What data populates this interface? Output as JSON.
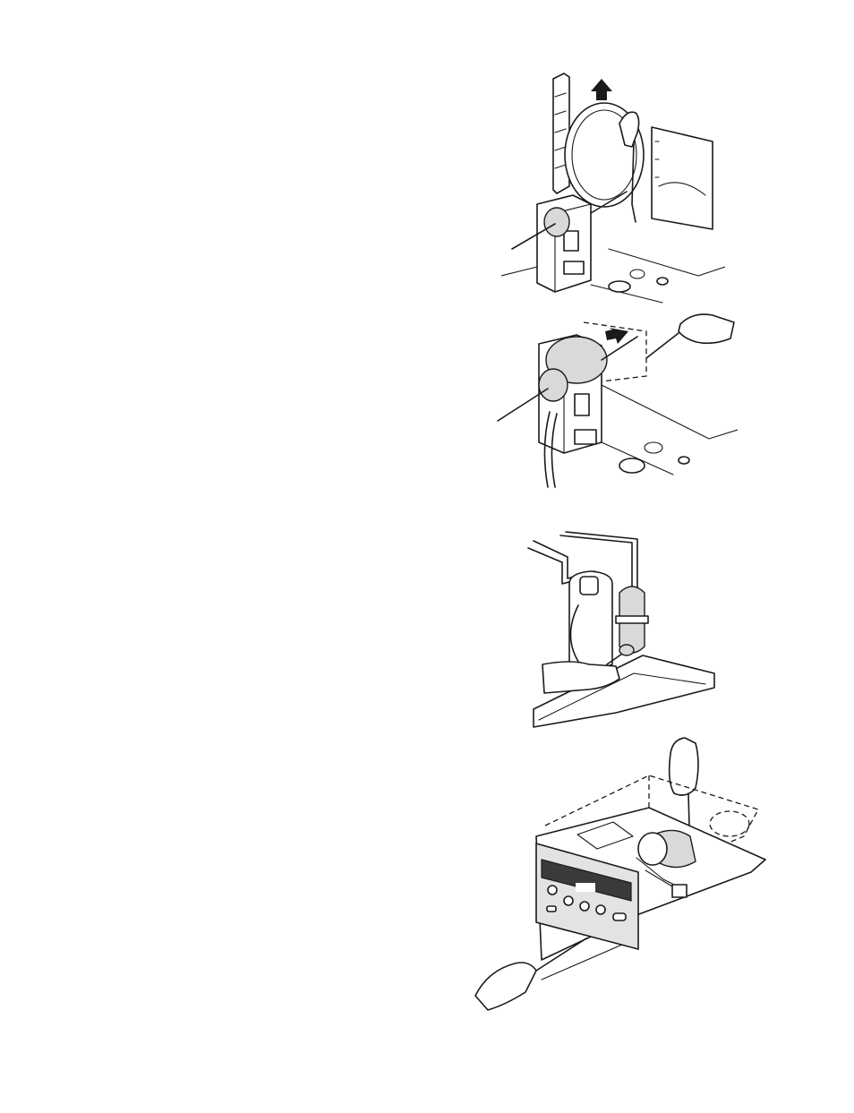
{
  "page": {
    "figures": [
      {
        "id": "fig-1",
        "icon": "fan-shroud-removal-illustration"
      },
      {
        "id": "fig-2",
        "icon": "fan-motor-removal-illustration"
      },
      {
        "id": "fig-3",
        "icon": "compressor-removal-illustration"
      },
      {
        "id": "fig-4",
        "icon": "control-box-removal-illustration"
      }
    ],
    "colors": {
      "line": "#1a1a1a",
      "background": "#ffffff",
      "shade": "#d9d9d9"
    }
  }
}
